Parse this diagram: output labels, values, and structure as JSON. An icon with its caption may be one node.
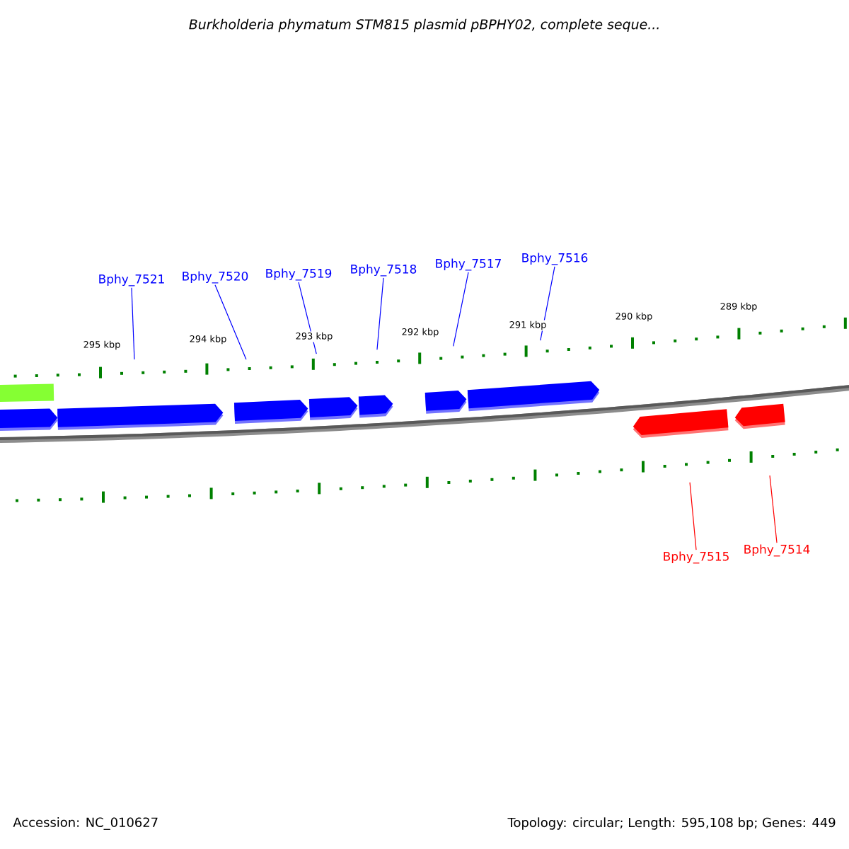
{
  "diagram": {
    "title": "*Burkholderia phymatum* STM815 plasmid pBPHY02, complete seque...",
    "nodes": [
      {
        "text": [
          "Bphy_7521"
        ]
      },
      {
        "text": [
          "Bphy_7520"
        ]
      },
      {
        "text": [
          "Bphy_7519"
        ]
      },
      {
        "text": [
          "Bphy_7518"
        ]
      },
      {
        "text": [
          "Bphy_7517"
        ]
      },
      {
        "text": [
          "Bphy_7516"
        ]
      },
      {
        "text": [
          "Bphy_7515"
        ]
      },
      {
        "text": [
          "Bphy_7514"
        ]
      },
      {
        "text": [],
        "shape": "arrow"
      },
      {
        "text": [],
        "shape": "bar"
      },
      {
        "text": [],
        "shape": "arrow"
      },
      {
        "text": [],
        "shape": "arrow"
      },
      {
        "text": [],
        "shape": "arrow"
      },
      {
        "text": [],
        "shape": "arrow"
      },
      {
        "text": [],
        "shape": "arrow"
      },
      {
        "text": [],
        "shape": "arrow"
      },
      {
        "text": [],
        "shape": "arrow"
      },
      {
        "text": [],
        "shape": "arrow"
      }
    ],
    "edges": [
      {
        "from": 0,
        "to": 10,
        "arrow": "none"
      },
      {
        "from": 1,
        "to": 11,
        "arrow": "none"
      },
      {
        "from": 2,
        "to": 12,
        "arrow": "none"
      },
      {
        "from": 3,
        "to": 13,
        "arrow": "none"
      },
      {
        "from": 4,
        "to": 14,
        "arrow": "none"
      },
      {
        "from": 5,
        "to": 15,
        "arrow": "none"
      },
      {
        "from": 6,
        "to": 16,
        "arrow": "none",
        "color": "#ff0000"
      },
      {
        "from": 7,
        "to": 17,
        "arrow": "none",
        "color": "#ff0000"
      }
    ],
    "labels": [
      "295 kbp",
      "294 kbp",
      "293 kbp",
      "292 kbp",
      "291 kbp",
      "290 kbp",
      "289 kbp",
      "Accession: NC_010627",
      "Topology: circular; Length: 595,108 bp; Genes: 449"
    ]
  }
}
